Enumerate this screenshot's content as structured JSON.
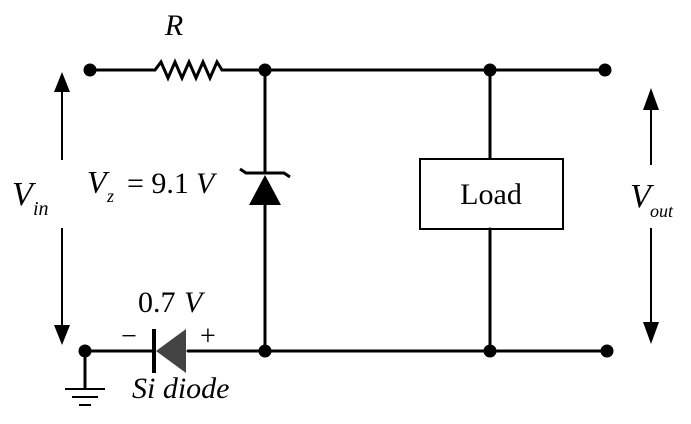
{
  "labels": {
    "resistor": "R",
    "vin_main": "V",
    "vin_sub": "in",
    "vz_main": "V",
    "vz_sub": "z",
    "vz_value": "= 9.1",
    "vz_unit": "V",
    "load": "Load",
    "vout_main": "V",
    "vout_sub": "out",
    "diode_drop_value": "0.7",
    "diode_drop_unit": "V",
    "minus": "−",
    "plus": "+",
    "diode_type": "Si diode"
  },
  "colors": {
    "wire": "#000000",
    "diode_fill": "#444444",
    "background": "#ffffff"
  }
}
